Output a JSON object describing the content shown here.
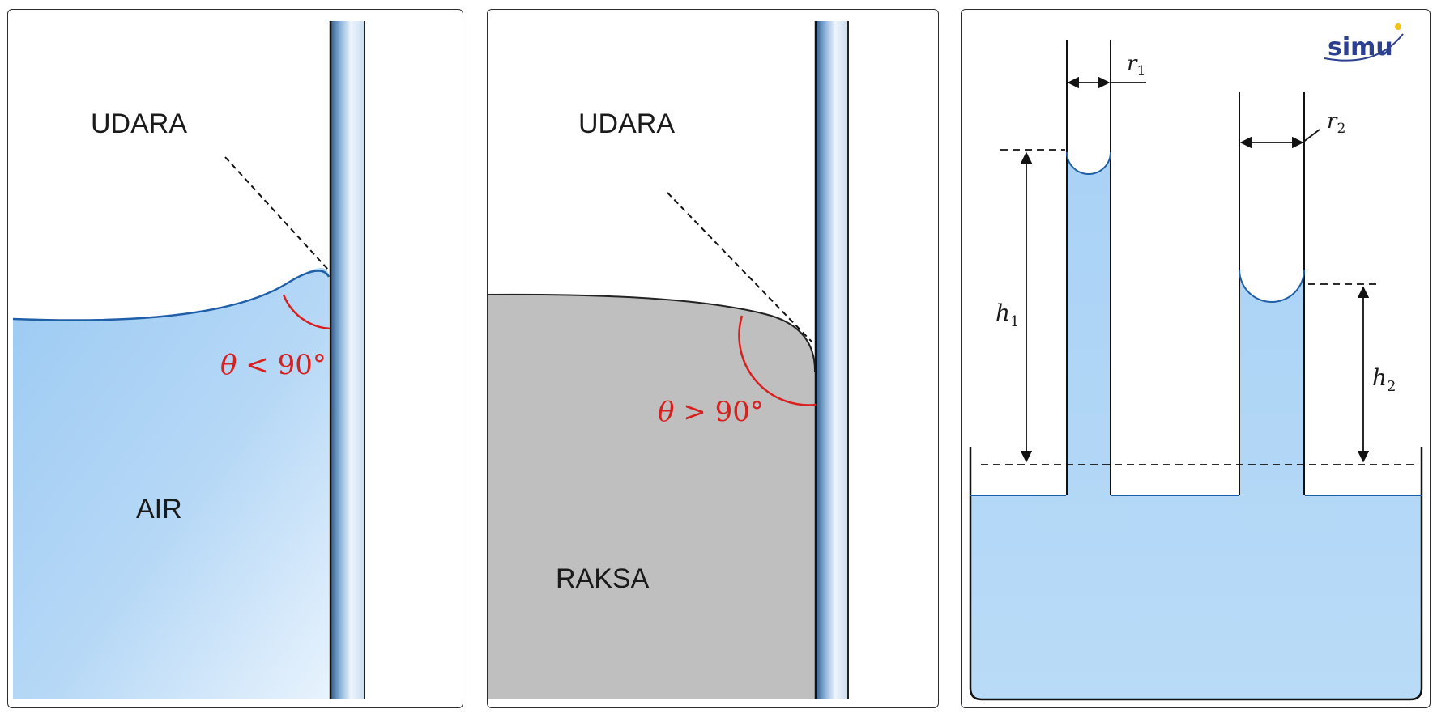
{
  "panel1": {
    "gas_label": "UDARA",
    "liquid_label": "AIR",
    "angle_symbol": "θ",
    "angle_text": " < 90°"
  },
  "panel2": {
    "gas_label": "UDARA",
    "liquid_label": "RAKSA",
    "angle_symbol": "θ",
    "angle_text": " > 90°"
  },
  "panel3": {
    "logo_text": "simu",
    "r1": {
      "symbol": "r",
      "subscript": "1"
    },
    "r2": {
      "symbol": "r",
      "subscript": "2"
    },
    "h1": {
      "symbol": "h",
      "subscript": "1"
    },
    "h2": {
      "symbol": "h",
      "subscript": "2"
    }
  },
  "colors": {
    "water_light": "#e4f1fc",
    "water_dark": "#9ccaf3",
    "water_edge": "#1f5fa8",
    "mercury": "#bfbfbf",
    "angle_red": "#d8201e",
    "glass_blue": "#5a8cc0",
    "logo_blue": "#2d3f8f",
    "logo_dot": "#f2c21b"
  }
}
